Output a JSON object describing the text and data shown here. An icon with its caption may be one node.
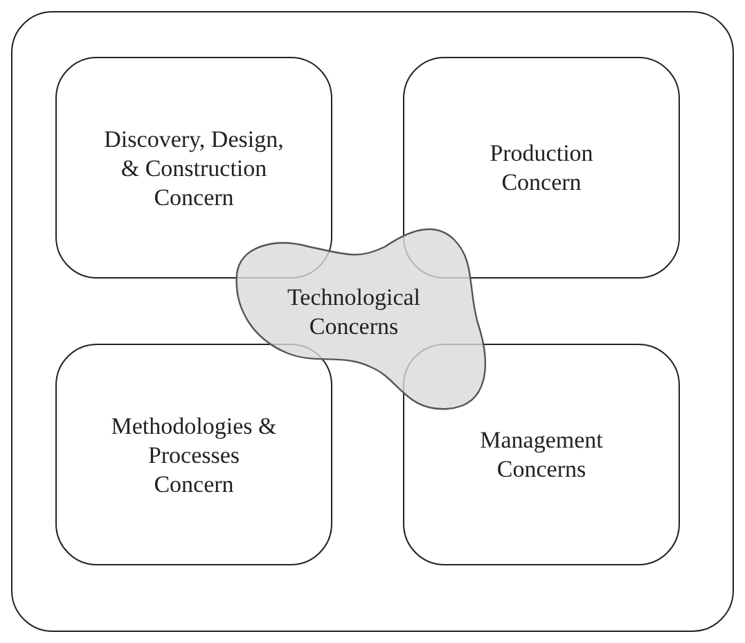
{
  "diagram": {
    "nodes": [
      {
        "text": [],
        "shape": "box"
      },
      {
        "text": [
          "Discovery, Design, & Construction Concern"
        ],
        "in": 0
      },
      {
        "text": [
          "Production Concern"
        ],
        "in": 0
      },
      {
        "text": [
          "Technological Concerns"
        ],
        "in": 0
      },
      {
        "text": [
          "Methodologies & Processes Concern"
        ],
        "in": 0
      },
      {
        "text": [
          "Management Concerns"
        ],
        "in": 0
      }
    ]
  }
}
